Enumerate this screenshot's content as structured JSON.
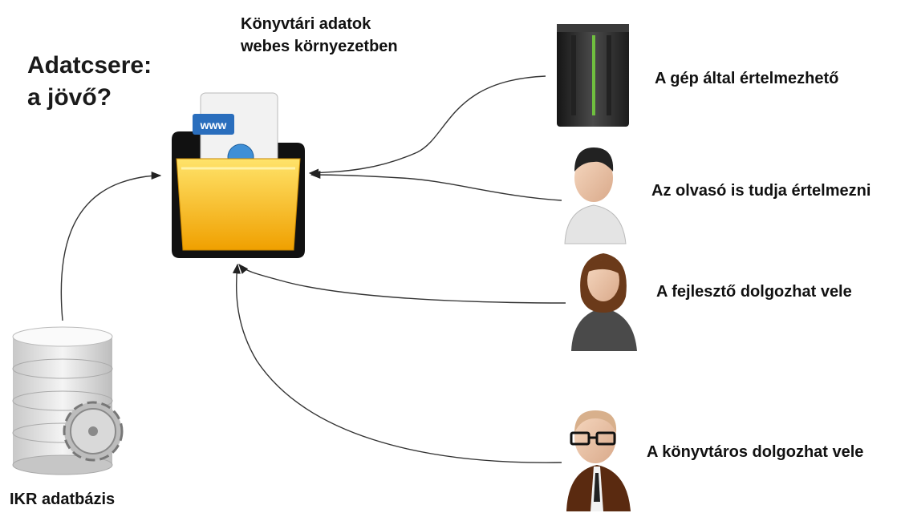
{
  "heading": {
    "line1": "Adatcsere:",
    "line2": "a jövő?"
  },
  "center": {
    "line1": "Könyvtári adatok",
    "line2": "webes környezetben",
    "folder_tag": "www"
  },
  "nodes": {
    "machine": "A gép által értelmezhető",
    "reader": "Az olvasó is tudja értelmezni",
    "developer": "A fejlesztő dolgozhat vele",
    "librarian": "A könyvtáros dolgozhat vele",
    "database": "IKR adatbázis"
  },
  "colors": {
    "folder": "#f5b400",
    "folder_light": "#ffe36a",
    "arrow": "#333333",
    "server": "#2a2a2a"
  }
}
